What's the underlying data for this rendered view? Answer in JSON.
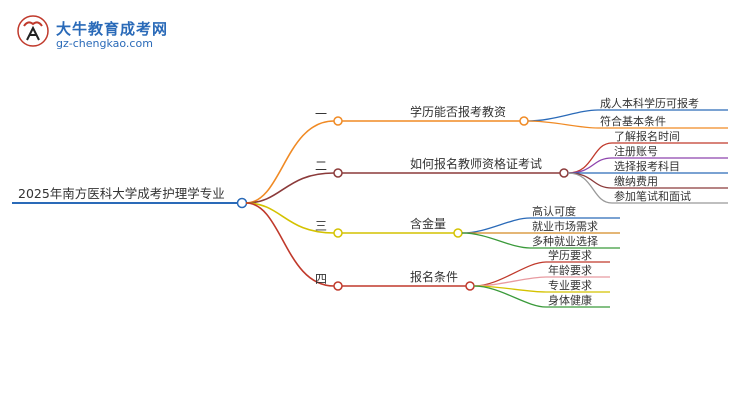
{
  "logo": {
    "title": "大牛教育成考网",
    "url": "gz-chengkao.com",
    "badge_glyph": "大牛"
  },
  "root": {
    "label": "2025年南方医科大学成考护理学专业",
    "color": "#2a6ab8"
  },
  "branches": [
    {
      "num": "一",
      "label": "学历能否报考教资",
      "color": "#f08a24",
      "children": [
        {
          "label": "成人本科学历可报考",
          "color": "#2a6ab8"
        },
        {
          "label": "符合基本条件",
          "color": "#f08a24"
        }
      ]
    },
    {
      "num": "二",
      "label": "如何报名教师资格证考试",
      "color": "#8b3a3a",
      "children": [
        {
          "label": "了解报名时间",
          "color": "#c0392b"
        },
        {
          "label": "注册账号",
          "color": "#8e44ad"
        },
        {
          "label": "选择报考科目",
          "color": "#2a6ab8"
        },
        {
          "label": "缴纳费用",
          "color": "#8b3a3a"
        },
        {
          "label": "参加笔试和面试",
          "color": "#999999"
        }
      ]
    },
    {
      "num": "三",
      "label": "含金量",
      "color": "#d4c200",
      "children": [
        {
          "label": "高认可度",
          "color": "#2a6ab8"
        },
        {
          "label": "就业市场需求",
          "color": "#d48a24"
        },
        {
          "label": "多种就业选择",
          "color": "#3a9a3a"
        }
      ]
    },
    {
      "num": "四",
      "label": "报名条件",
      "color": "#c0392b",
      "children": [
        {
          "label": "学历要求",
          "color": "#c0392b"
        },
        {
          "label": "年龄要求",
          "color": "#e89aa0"
        },
        {
          "label": "专业要求",
          "color": "#d4c200"
        },
        {
          "label": "身体健康",
          "color": "#3a9a3a"
        }
      ]
    }
  ]
}
